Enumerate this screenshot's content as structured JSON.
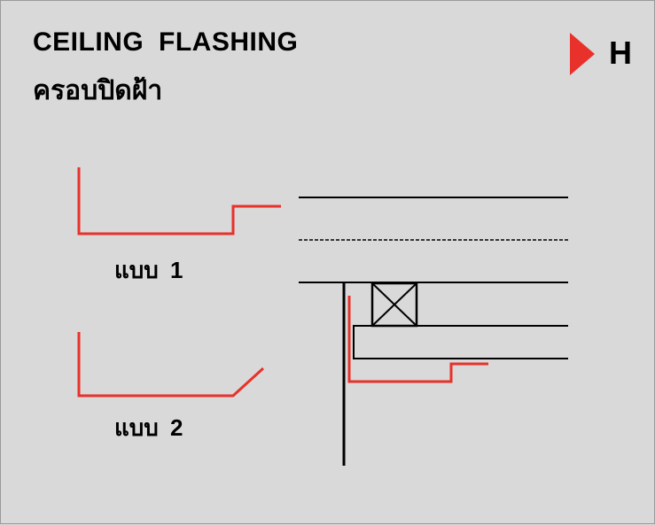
{
  "title": {
    "en": "CEILING FLASHING",
    "th": "ครอบปิดฝ้า"
  },
  "badge": {
    "letter": "H",
    "color": "#e8312a"
  },
  "variants": [
    {
      "label": "แบบ 1"
    },
    {
      "label": "แบบ 2"
    }
  ],
  "colors": {
    "background": "#d9d9d9",
    "accent_red": "#e8312a",
    "line_black": "#000000"
  }
}
